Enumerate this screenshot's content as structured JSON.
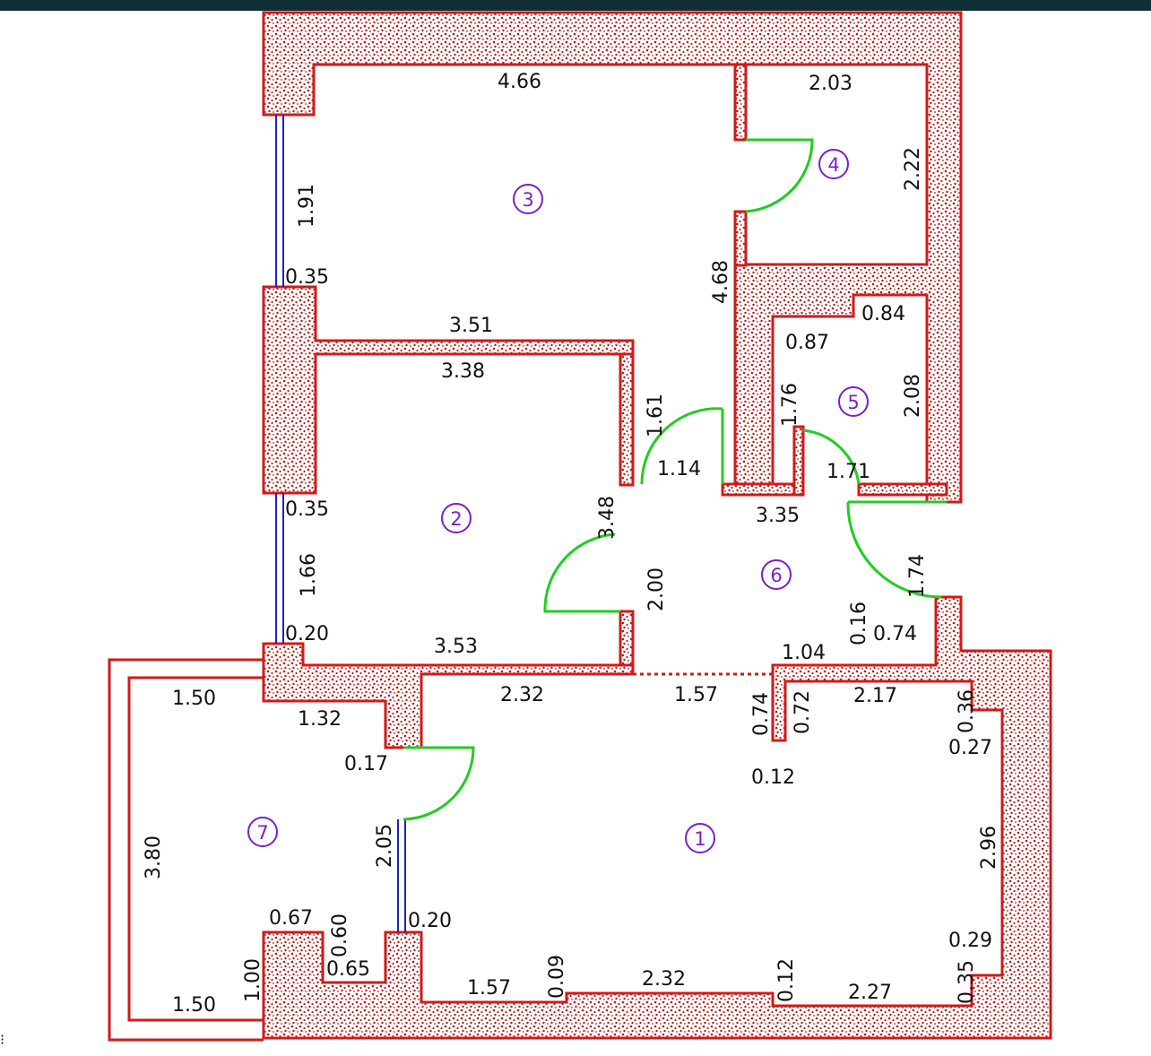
{
  "colors": {
    "wall": "#d11a1a",
    "window": "#1a22c8",
    "door": "#22cc22",
    "room_number": "#7a1fc7",
    "top_bar": "#0f2f35"
  },
  "rooms": [
    "1",
    "2",
    "3",
    "4",
    "5",
    "6",
    "7"
  ],
  "dimensions": {
    "r3_top": "4.66",
    "r4_top": "2.03",
    "r4_right": "2.22",
    "r3_window": "1.91",
    "r3_sill": "0.35",
    "r3_right": "4.68",
    "r5_top_right": "0.84",
    "r5_top_left": "0.87",
    "r5_left": "1.76",
    "r5_right": "2.08",
    "r2_outer_top": "3.51",
    "r2_top": "3.38",
    "r2_right_upper": "1.61",
    "corridor_door": "1.14",
    "r5_bottom": "1.71",
    "r2_right": "3.48",
    "r6_bottom": "3.35",
    "r2_sill": "0.35",
    "r2_window": "1.66",
    "r6_right": "1.74",
    "r2_door_wall": "2.00",
    "r2_window_low": "0.20",
    "r2_bottom": "3.53",
    "r6_ledge": "0.16",
    "r6_wall": "0.74",
    "r6_stub": "1.04",
    "balcony_top": "1.50",
    "r1_top_left": "2.32",
    "r1_opening": "1.57",
    "stub_left": "0.74",
    "stub_right": "0.72",
    "r1_top_right": "2.17",
    "r1_niche_top": "0.36",
    "wall_thin": "1.32",
    "r1_niche_depth": "0.27",
    "door_reveal": "0.17",
    "r1_inner": "0.12",
    "r1_right": "2.96",
    "balcony_len": "3.80",
    "balcony_window": "2.05",
    "pier_top": "0.67",
    "pier_side": "0.60",
    "window_sill_low": "0.20",
    "pier_bottom": "0.65",
    "niche_low": "0.29",
    "balcony_end": "1.00",
    "niche_low_b": "0.35",
    "r1_bottom_left": "1.57",
    "r1_ledge_a": "0.09",
    "r1_bottom_mid": "2.32",
    "r1_ledge_b": "0.12",
    "r1_bottom_right": "2.27",
    "balcony_bottom": "1.50"
  },
  "corner_mark": "⁝"
}
